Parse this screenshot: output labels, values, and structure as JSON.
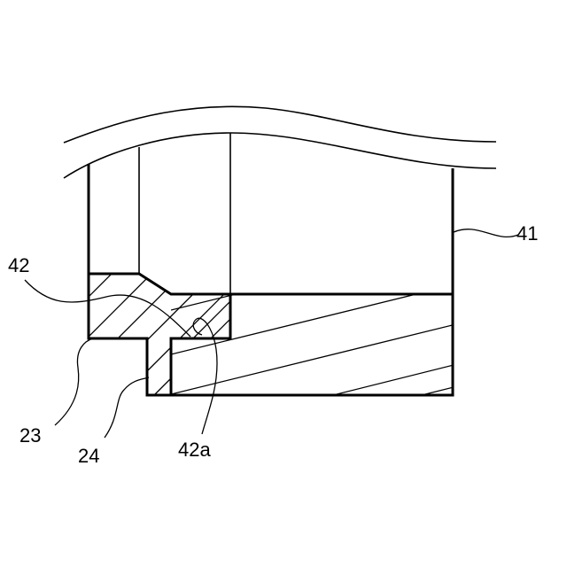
{
  "figure": {
    "background": "#ffffff",
    "line_color": "#000000",
    "labels": {
      "ref_41": "41",
      "ref_42": "42",
      "ref_23": "23",
      "ref_24": "24",
      "ref_42a": "42a"
    }
  }
}
